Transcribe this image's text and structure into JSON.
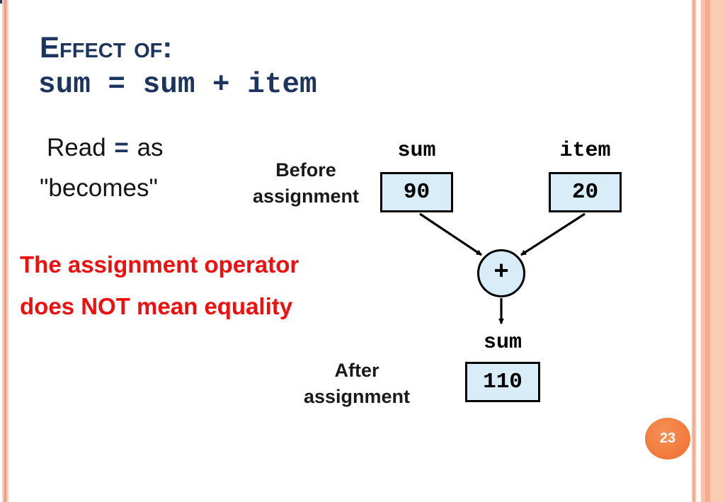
{
  "slide": {
    "title_smallcaps": "Effect of:",
    "title_code": "sum = sum + item",
    "read_prefix": "Read",
    "read_equals": "=",
    "read_suffix": "as",
    "becomes_line": "\"becomes\"",
    "warning_line1": "The assignment operator",
    "warning_line2": "does NOT mean equality",
    "page_number": "23"
  },
  "diagram": {
    "before_label_line1": "Before",
    "before_label_line2": "assignment",
    "after_label_line1": "After",
    "after_label_line2": "assignment",
    "operator": "+",
    "nodes": [
      {
        "var": "sum",
        "value": "90"
      },
      {
        "var": "item",
        "value": "20"
      },
      {
        "var": "sum",
        "value": "110"
      }
    ]
  },
  "colors": {
    "navy": "#1c355f",
    "red": "#ee100f",
    "box_fill": "#d9edf9",
    "badge_orange": "#f1783a"
  }
}
